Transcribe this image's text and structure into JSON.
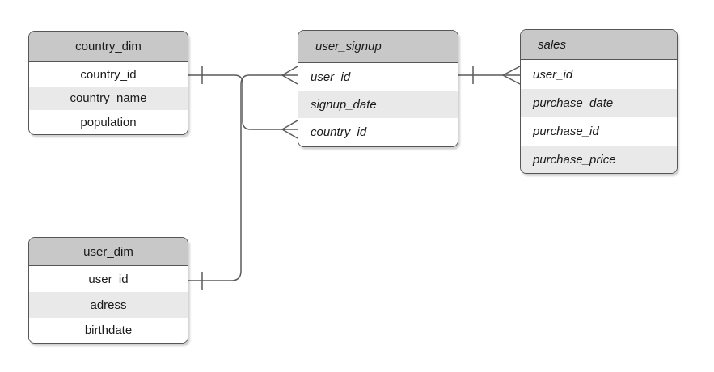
{
  "diagram": {
    "type": "entity-relationship",
    "background_color": "#ffffff",
    "stroke_color": "#5a5a5a",
    "header_fill": "#c8c8c8",
    "alt_row_fill": "#e9e9e9",
    "row_fill": "#ffffff",
    "text_color": "#1a1a1a",
    "notation": "crows-foot"
  },
  "entities": [
    {
      "title": "country_dim",
      "fields": [
        "country_id",
        "country_name",
        "population"
      ],
      "text_style": "normal-centered"
    },
    {
      "title": "user_signup",
      "fields": [
        "user_id",
        "signup_date",
        "country_id"
      ],
      "text_style": "italic-left"
    },
    {
      "title": "sales",
      "fields": [
        "user_id",
        "purchase_date",
        "purchase_id",
        "purchase_price"
      ],
      "text_style": "italic-left"
    },
    {
      "title": "user_dim",
      "fields": [
        "user_id",
        "adress",
        "birthdate"
      ],
      "text_style": "normal-centered"
    }
  ],
  "relationships": [
    {
      "from": "country_dim.country_id",
      "to": "user_signup.country_id",
      "from_end": "one",
      "to_end": "many"
    },
    {
      "from": "user_dim.user_id",
      "to": "user_signup.user_id",
      "from_end": "one",
      "to_end": "many"
    },
    {
      "from": "user_signup.user_id",
      "to": "sales.user_id",
      "from_end": "one",
      "to_end": "many"
    }
  ]
}
